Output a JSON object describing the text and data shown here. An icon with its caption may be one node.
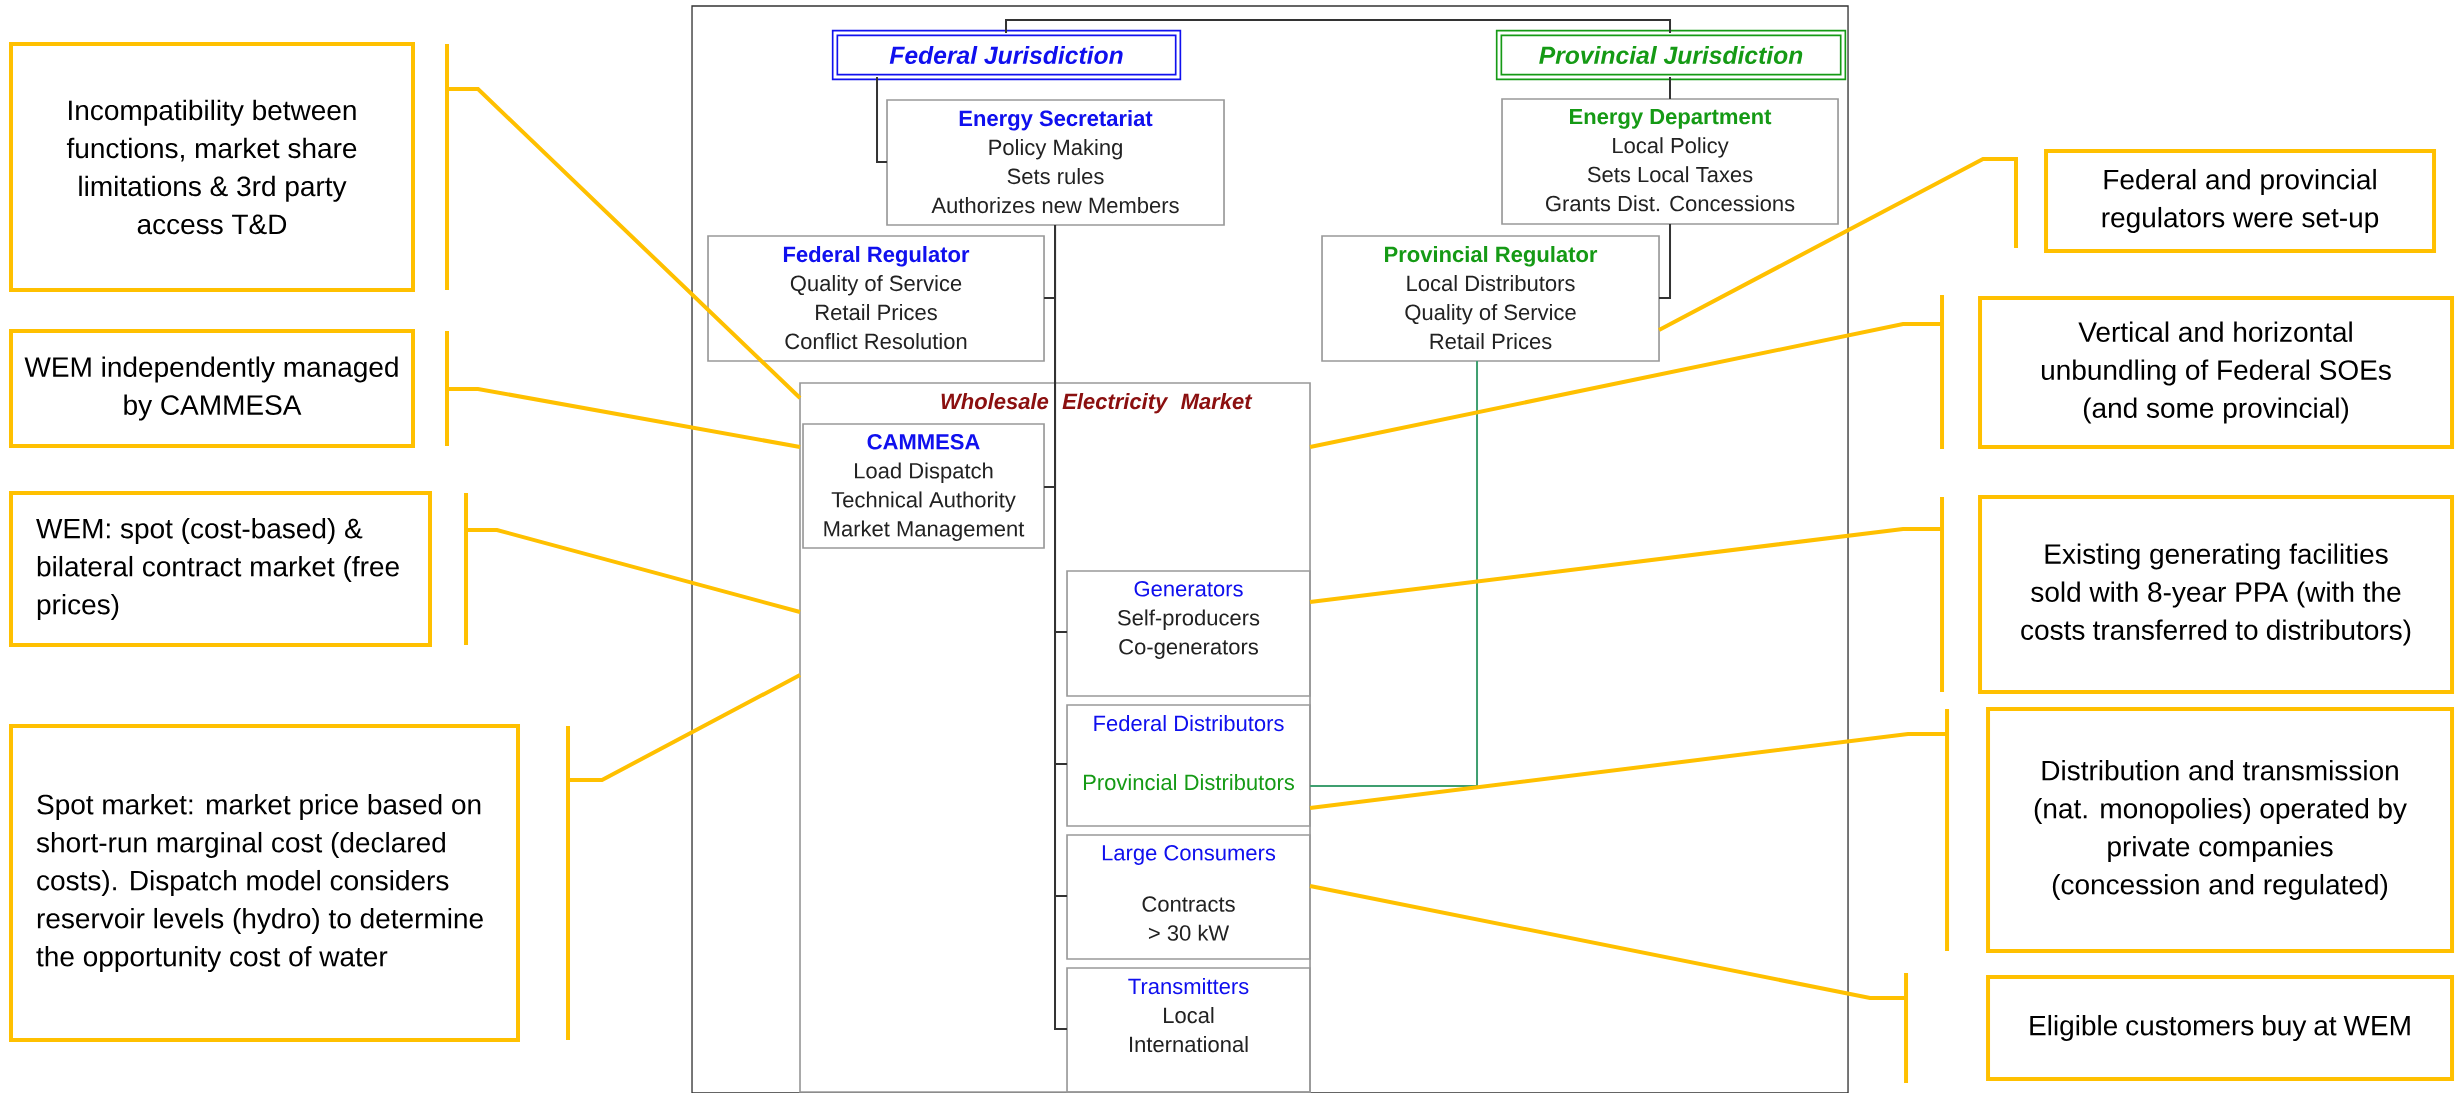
{
  "diagram": {
    "nodes": [
      {
        "text": [
          "Federal Jurisdiction"
        ]
      },
      {
        "text": [
          "Provincial Jurisdiction"
        ]
      },
      {
        "text": [
          "Energy Secretariat",
          "Policy Making",
          "Sets rules",
          "Authorizes new Members"
        ]
      },
      {
        "text": [
          "Energy Department",
          "Local Policy",
          "Sets Local Taxes",
          "Grants Dist. Concessions"
        ]
      },
      {
        "text": [
          "Federal Regulator",
          "Quality of Service",
          "Retail Prices",
          "Conflict Resolution"
        ]
      },
      {
        "text": [
          "Provincial Regulator",
          "Local Distributors",
          "Quality of Service",
          "Retail Prices"
        ]
      },
      {
        "text": [
          "Wholesale Electricity Market"
        ]
      },
      {
        "text": [
          "CAMMESA",
          "Load Dispatch",
          "Technical Authority",
          "Market Management"
        ],
        "in": 6
      },
      {
        "text": [
          "Generators",
          "Self-producers",
          "Co-generators"
        ],
        "in": 6
      },
      {
        "text": [
          "Federal Distributors",
          "Provincial Distributors"
        ],
        "in": 6
      },
      {
        "text": [
          "Large Consumers",
          "Contracts > 30 kW"
        ],
        "in": 6
      },
      {
        "text": [
          "Transmitters",
          "Local",
          "International"
        ],
        "in": 6
      },
      {
        "text": [
          "Incompatibility between functions, market share limitations & 3rd party access T&D"
        ]
      },
      {
        "text": [
          "WEM independently managed by CAMMESA"
        ]
      },
      {
        "text": [
          "WEM: spot (cost-based) & bilateral contract market (free prices)"
        ]
      },
      {
        "text": [
          "Spot market: market price based on short-run marginal cost (declared costs). Dispatch model considers reservoir levels (hydro) to determine the opportunity cost of water"
        ]
      },
      {
        "text": [
          "Federal and provincial regulators were set-up"
        ]
      },
      {
        "text": [
          "Vertical and horizontal unbundling of Federal SOEs (and some provincial)"
        ]
      },
      {
        "text": [
          "Existing generating facilities sold with 8-year PPA (with the costs transferred to distributors)"
        ]
      },
      {
        "text": [
          "Distribution and transmission (nat. monopolies) operated by private companies (concession and regulated)"
        ]
      },
      {
        "text": [
          "Eligible customers buy at WEM"
        ]
      }
    ],
    "edges": [
      {
        "from": 0,
        "to": 1,
        "arrow": "none"
      },
      {
        "from": 0,
        "to": 2,
        "arrow": "none"
      },
      {
        "from": 1,
        "to": 3,
        "arrow": "none"
      },
      {
        "from": 2,
        "to": 4,
        "arrow": "none"
      },
      {
        "from": 3,
        "to": 5,
        "arrow": "none"
      },
      {
        "from": 2,
        "to": 7,
        "arrow": "none"
      },
      {
        "from": 2,
        "to": 8,
        "arrow": "none"
      },
      {
        "from": 2,
        "to": 9,
        "arrow": "none"
      },
      {
        "from": 2,
        "to": 10,
        "arrow": "none"
      },
      {
        "from": 2,
        "to": 11,
        "arrow": "none"
      },
      {
        "from": 5,
        "to": 9,
        "arrow": "none",
        "color": "#3f9f70"
      },
      {
        "from": 12,
        "to": 6,
        "arrow": "none",
        "color": "#ffc000"
      },
      {
        "from": 13,
        "to": 6,
        "arrow": "none",
        "color": "#ffc000"
      },
      {
        "from": 14,
        "to": 6,
        "arrow": "none",
        "color": "#ffc000"
      },
      {
        "from": 15,
        "to": 6,
        "arrow": "none",
        "color": "#ffc000"
      },
      {
        "from": 16,
        "to": 5,
        "arrow": "none",
        "color": "#ffc000"
      },
      {
        "from": 17,
        "to": 6,
        "arrow": "none",
        "color": "#ffc000"
      },
      {
        "from": 18,
        "to": 8,
        "arrow": "none",
        "color": "#ffc000"
      },
      {
        "from": 19,
        "to": 9,
        "arrow": "none",
        "color": "#ffc000"
      },
      {
        "from": 20,
        "to": 10,
        "arrow": "none",
        "color": "#ffc000"
      }
    ]
  }
}
